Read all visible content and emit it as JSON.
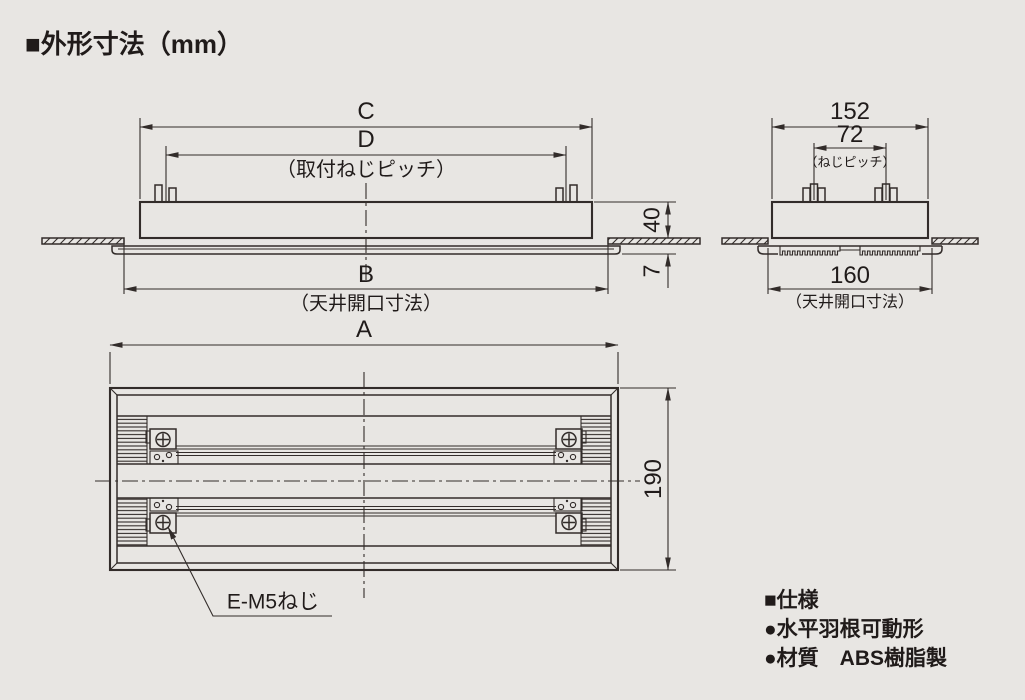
{
  "page": {
    "title": "■外形寸法（mm）",
    "unit": "mm",
    "colors": {
      "background": "#e8e6e3",
      "line": "#322c2a",
      "text": "#201b1a"
    }
  },
  "front_view": {
    "dim_c": "C",
    "dim_d": "D",
    "dim_d_note": "（取付ねじピッチ）",
    "dim_b": "B",
    "dim_b_note": "（天井開口寸法）",
    "dim_height": "40",
    "dim_flange": "7"
  },
  "side_view": {
    "dim_width": "152",
    "dim_pitch": "72",
    "dim_pitch_note": "（ねじピッチ）",
    "dim_opening": "160",
    "dim_opening_note": "（天井開口寸法）"
  },
  "plan_view": {
    "dim_a": "A",
    "dim_depth": "190",
    "screw_label": "E-M5ねじ"
  },
  "specs": {
    "heading": "■仕様",
    "items": [
      "●水平羽根可動形",
      "●材質　ABS樹脂製"
    ]
  }
}
